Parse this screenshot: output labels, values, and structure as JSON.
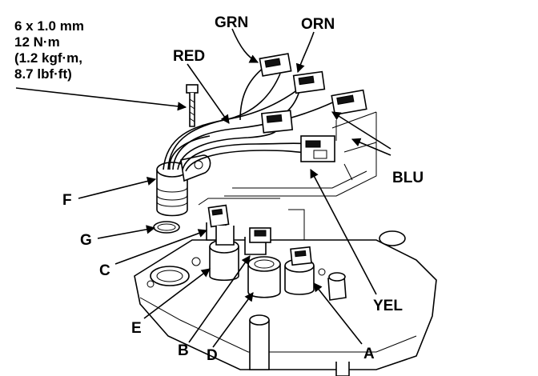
{
  "spec": {
    "line1": "6 x 1.0 mm",
    "line2": "12 N·m",
    "line3": "(1.2 kgf·m,",
    "line4": "8.7 lbf·ft)"
  },
  "wire_labels": {
    "grn": "GRN",
    "orn": "ORN",
    "red": "RED",
    "blu": "BLU",
    "yel": "YEL"
  },
  "part_labels": {
    "f": "F",
    "g": "G",
    "c": "C",
    "e": "E",
    "b": "B",
    "d": "D",
    "a": "A"
  }
}
